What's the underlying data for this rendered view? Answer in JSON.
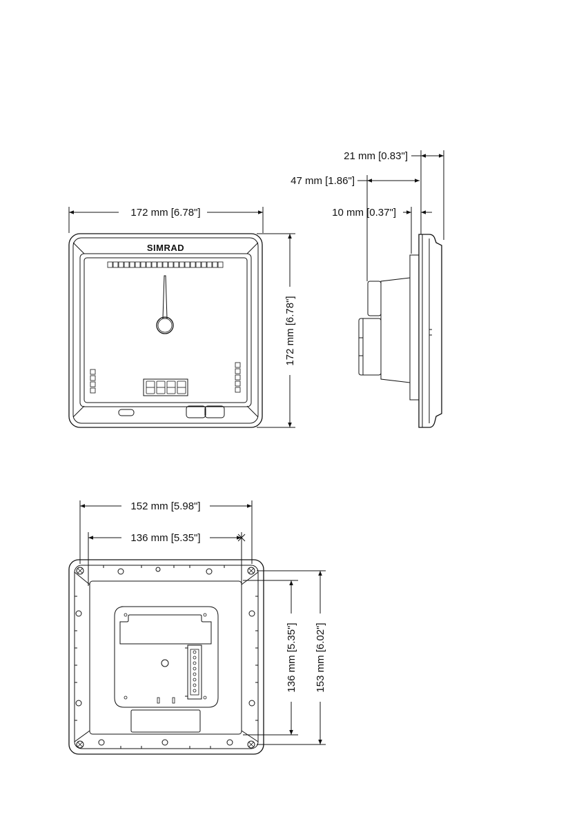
{
  "front_view": {
    "brand": "SIMRAD",
    "width_label": "172 mm [6.78\"]",
    "height_label": "172 mm [6.78\"]",
    "digit_display": "8888"
  },
  "side_view": {
    "depth_total_label": "21 mm [0.83\"]",
    "depth_rear_label": "47 mm [1.86\"]",
    "depth_bezel_label": "10 mm [0.37\"]"
  },
  "rear_view": {
    "outer_width_label": "152 mm [5.98\"]",
    "hole_width_label": "136 mm [5.35\"]",
    "hole_height_label": "136 mm [5.35\"]",
    "outer_height_label": "153 mm [6.02\"]"
  }
}
